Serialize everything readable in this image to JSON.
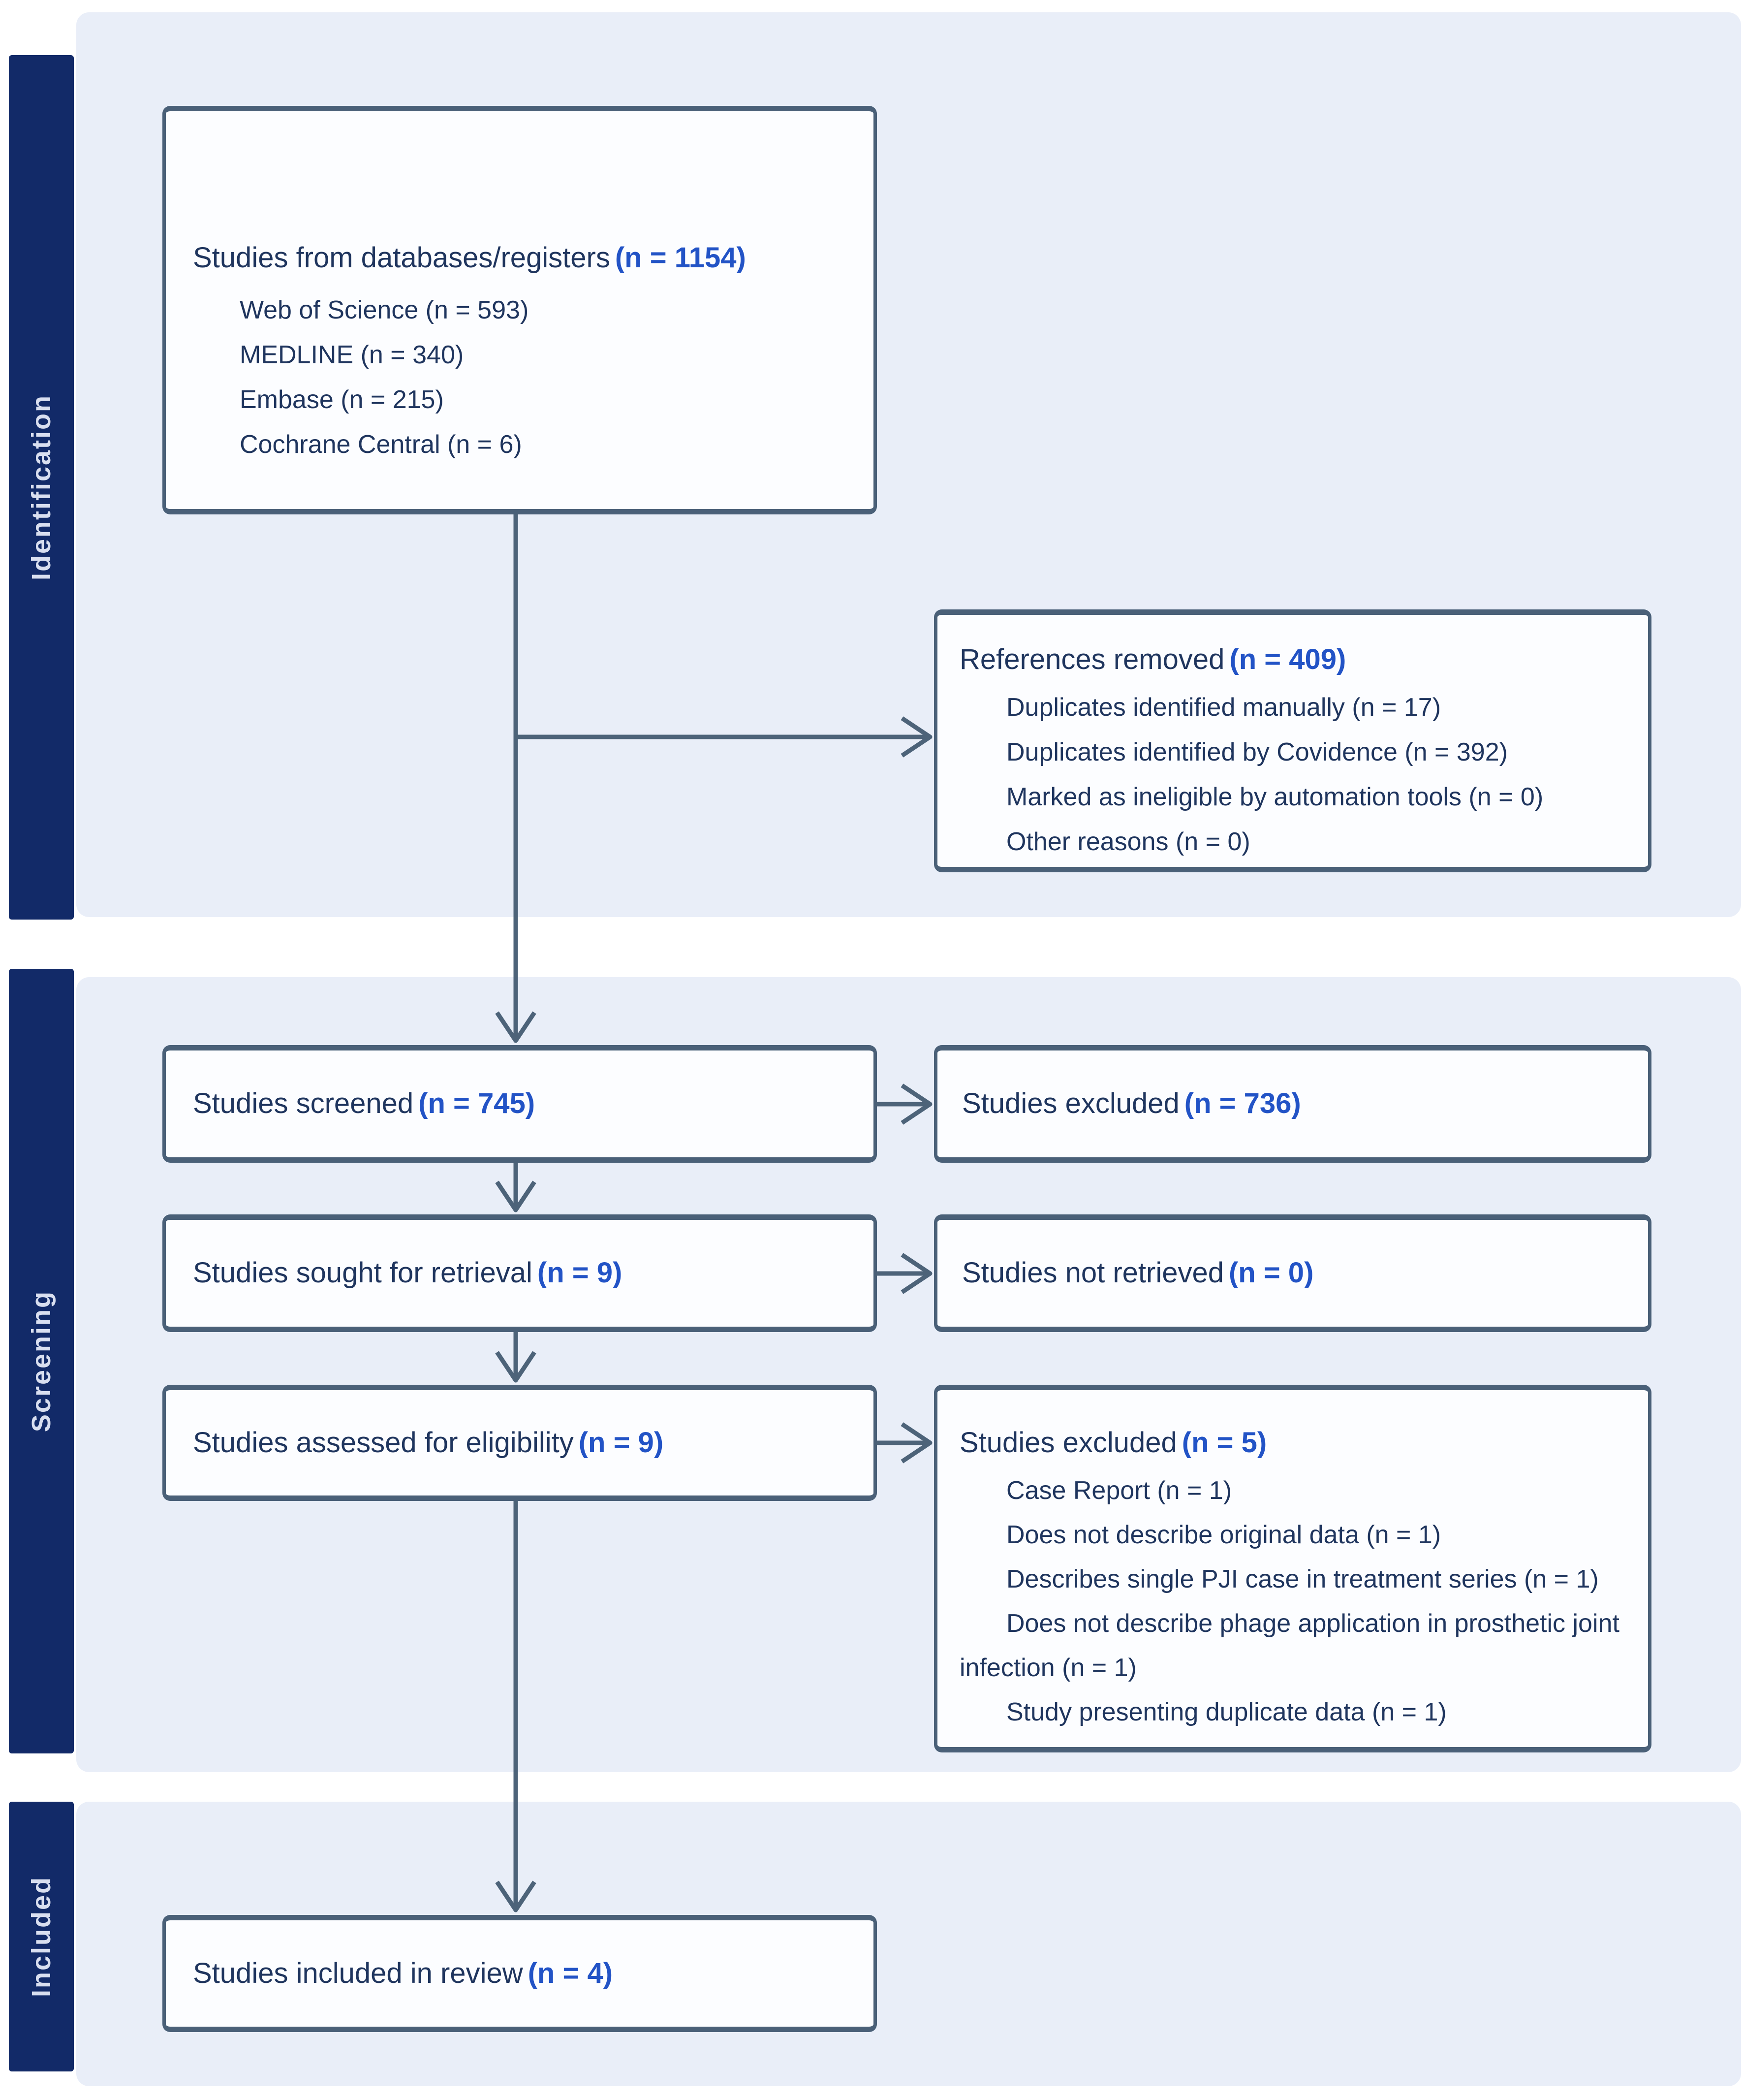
{
  "figure": {
    "kind": "PRISMA 2020 flow diagram",
    "stages": {
      "identification": "Identification",
      "screening": "Screening",
      "included": "Included"
    },
    "colors": {
      "stage_bar_navy": "#122a68",
      "stage_bar_text": "#d9dff0",
      "panel_blue": "#e9eef8",
      "box_border_slate": "#4a6078",
      "arrow_slate": "#4d6379",
      "text_navy": "#1f355e",
      "count_blue": "#2253c6",
      "box_fill": "#fcfdff"
    },
    "boxes": {
      "databases": {
        "title": "Studies from databases/registers",
        "count": "(n = 1154)",
        "items": [
          "Web of Science (n = 593)",
          "MEDLINE (n = 340)",
          "Embase (n = 215)",
          "Cochrane Central (n = 6)"
        ]
      },
      "removed": {
        "title": "References removed",
        "count": "(n = 409)",
        "items": [
          "Duplicates identified manually (n = 17)",
          "Duplicates identified by Covidence (n = 392)",
          "Marked as ineligible by automation tools (n = 0)",
          "Other reasons (n = 0)"
        ]
      },
      "screened": {
        "title": "Studies screened",
        "count": "(n = 745)"
      },
      "excluded_screening": {
        "title": "Studies excluded",
        "count": "(n = 736)"
      },
      "sought": {
        "title": "Studies sought for retrieval",
        "count": "(n = 9)"
      },
      "not_retrieved": {
        "title": "Studies not retrieved",
        "count": "(n = 0)"
      },
      "assessed": {
        "title": "Studies assessed for eligibility",
        "count": "(n = 9)"
      },
      "excluded_eligibility": {
        "title": "Studies excluded",
        "count": "(n = 5)",
        "items": [
          "Case Report (n = 1)",
          "Does not describe original data (n = 1)",
          "Describes single PJI case in treatment series (n = 1)",
          "Does not describe phage application in prosthetic joint infection (n = 1)",
          "Study presenting duplicate data (n = 1)"
        ]
      },
      "included": {
        "title": "Studies included in review",
        "count": "(n = 4)"
      }
    }
  }
}
